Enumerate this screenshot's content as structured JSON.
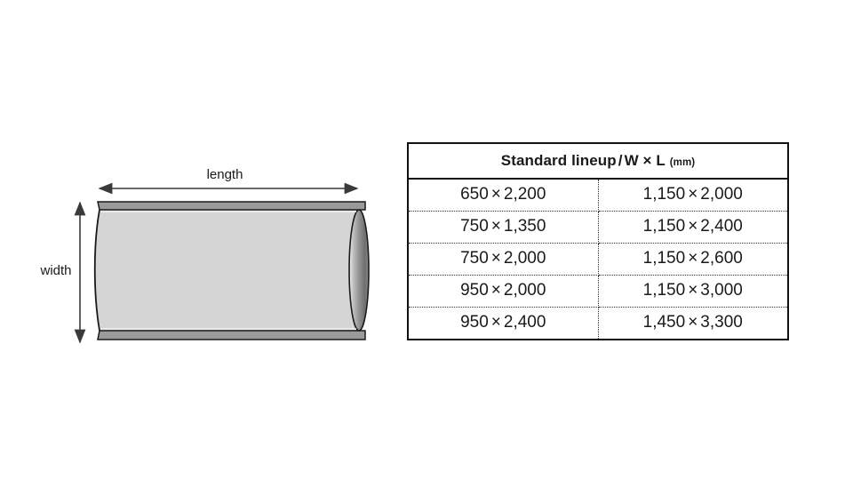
{
  "diagram": {
    "name": "rolled-sheet-cylinder",
    "length_label": "length",
    "width_label": "width",
    "colors": {
      "body_fill": "#d5d5d5",
      "band_fill": "#9a9a9a",
      "outline": "#1a1a1a",
      "end_cap_light": "#e8e8e8",
      "end_cap_dark": "#6f6f6f",
      "arrow": "#3a3a3a"
    }
  },
  "table": {
    "title_main": "Standard lineup",
    "title_separator": "/",
    "title_w": "W",
    "title_times": "×",
    "title_l": "L",
    "title_unit": "(mm)",
    "times_symbol": "×",
    "rows": [
      {
        "left_w": "650",
        "left_l": "2,200",
        "right_w": "1,150",
        "right_l": "2,000"
      },
      {
        "left_w": "750",
        "left_l": "1,350",
        "right_w": "1,150",
        "right_l": "2,400"
      },
      {
        "left_w": "750",
        "left_l": "2,000",
        "right_w": "1,150",
        "right_l": "2,600"
      },
      {
        "left_w": "950",
        "left_l": "2,000",
        "right_w": "1,150",
        "right_l": "3,000"
      },
      {
        "left_w": "950",
        "left_l": "2,400",
        "right_w": "1,450",
        "right_l": "3,300"
      }
    ]
  },
  "chart_data": {
    "type": "table",
    "title": "Standard lineup / W × L (mm)",
    "columns": [
      "W × L (mm)",
      "W × L (mm)"
    ],
    "values": [
      [
        "650 × 2,200",
        "1,150 × 2,000"
      ],
      [
        "750 × 1,350",
        "1,150 × 2,400"
      ],
      [
        "750 × 2,000",
        "1,150 × 2,600"
      ],
      [
        "950 × 2,000",
        "1,150 × 3,000"
      ],
      [
        "950 × 2,400",
        "1,450 × 3,300"
      ]
    ]
  }
}
